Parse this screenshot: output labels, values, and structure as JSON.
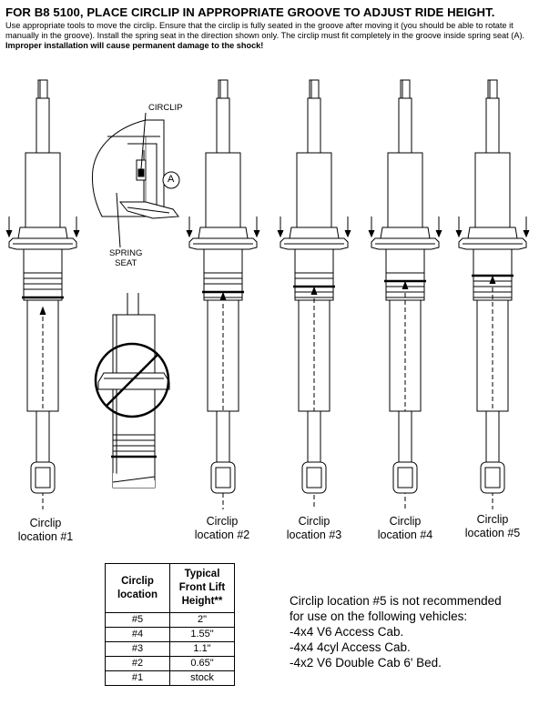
{
  "header": {
    "title": "FOR B8 5100, PLACE CIRCLIP IN APPROPRIATE GROOVE TO ADJUST RIDE HEIGHT.",
    "instructions_plain": "Use appropriate tools to move the circlip.  Ensure that the circlip is fully seated in the groove after moving it (you should be able to rotate it manually in the groove).  Install the spring seat in the direction shown only.  The circlip must fit completely in the groove inside spring seat (A). ",
    "instructions_bold": "Improper installation will cause permanent damage to the shock!"
  },
  "callouts": {
    "circlip": "CIRCLIP",
    "spring_seat_line1": "SPRING",
    "spring_seat_line2": "SEAT",
    "detail_marker": "A"
  },
  "locations": [
    {
      "line1": "Circlip",
      "line2": "location #1"
    },
    {
      "line1": "Circlip",
      "line2": "location #2"
    },
    {
      "line1": "Circlip",
      "line2": "location #3"
    },
    {
      "line1": "Circlip",
      "line2": "location #4"
    },
    {
      "line1": "Circlip",
      "line2": "location #5"
    }
  ],
  "table": {
    "headers": [
      "Circlip location",
      "Typical Front Lift Height**"
    ],
    "rows": [
      {
        "location": "#5",
        "height": "2\""
      },
      {
        "location": "#4",
        "height": "1.55\""
      },
      {
        "location": "#3",
        "height": "1.1\""
      },
      {
        "location": "#2",
        "height": "0.65\""
      },
      {
        "location": "#1",
        "height": "stock"
      }
    ]
  },
  "note": {
    "line1": "Circlip location #5 is not recommended",
    "line2": "for use on the following vehicles:",
    "line3": "-4x4 V6 Access Cab.",
    "line4": "-4x4 4cyl Access Cab.",
    "line5": "-4x2 V6 Double Cab 6' Bed."
  }
}
